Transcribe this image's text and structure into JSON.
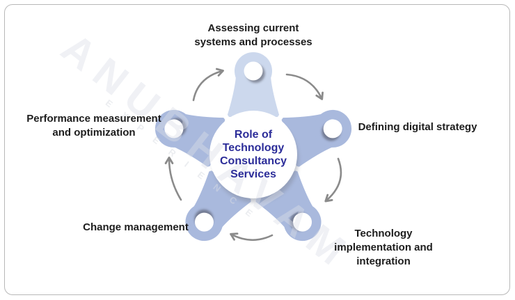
{
  "diagram_title": "Role of\nTechnology\nConsultancy\nServices",
  "nodes": [
    {
      "id": "assessing",
      "label": "Assessing current\nsystems and processes"
    },
    {
      "id": "defining",
      "label": "Defining digital strategy"
    },
    {
      "id": "implementation",
      "label": "Technology\nimplementation and integration"
    },
    {
      "id": "change",
      "label": "Change management"
    },
    {
      "id": "performance",
      "label": "Performance measurement\nand optimization"
    }
  ],
  "watermark": {
    "brand": "ANUBHAVAM",
    "tagline": "EXPERIENCE"
  },
  "colors": {
    "lobe_top": "#ccd8ed",
    "lobe": "#a9b9dd",
    "knob": "#ffffff",
    "center_circle": "#ffffff",
    "center_title": "#2c2d99",
    "label_text": "#1d1d1d",
    "arrow": "#8b8b8b",
    "card_border": "#b8b8b8",
    "card_background": "#ffffff"
  }
}
